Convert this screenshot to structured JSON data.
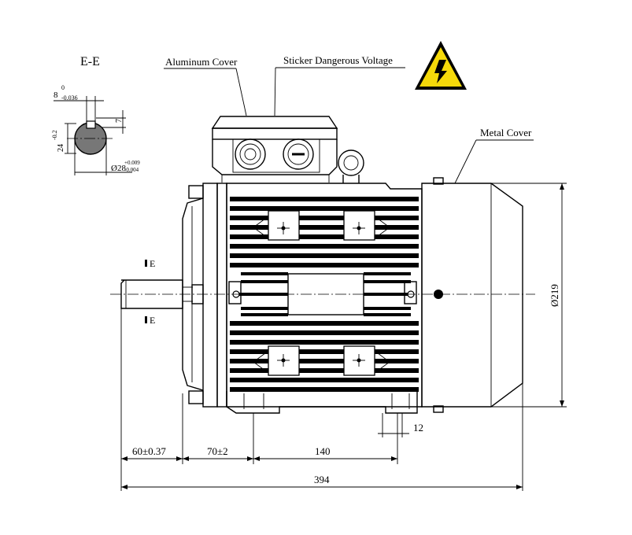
{
  "section_view": {
    "title": "E-E",
    "key_width": "8",
    "key_width_tol_upper": "0",
    "key_width_tol_lower": "-0.036",
    "key_depth": "7",
    "shaft_height": "24",
    "shaft_height_tol": "-0.2",
    "shaft_diameter": "Ø28",
    "shaft_diameter_tol_upper": "+0.009",
    "shaft_diameter_tol_lower": "-0.004"
  },
  "callouts": {
    "aluminum_cover": "Aluminum Cover",
    "sticker": "Sticker Dangerous Voltage",
    "metal_cover": "Metal Cover"
  },
  "section_marks": {
    "top": "E",
    "bottom": "E"
  },
  "dimensions": {
    "shaft_length": "60±0.37",
    "shaft_to_foot": "70±2",
    "foot_spacing": "140",
    "foot_hole": "12",
    "fan_cover_diameter": "Ø219",
    "overall_length": "394"
  },
  "colors": {
    "line": "#000000",
    "warning_yellow": "#f5d90a",
    "background": "#ffffff"
  },
  "icons": {
    "warning": "high-voltage-warning-icon"
  }
}
